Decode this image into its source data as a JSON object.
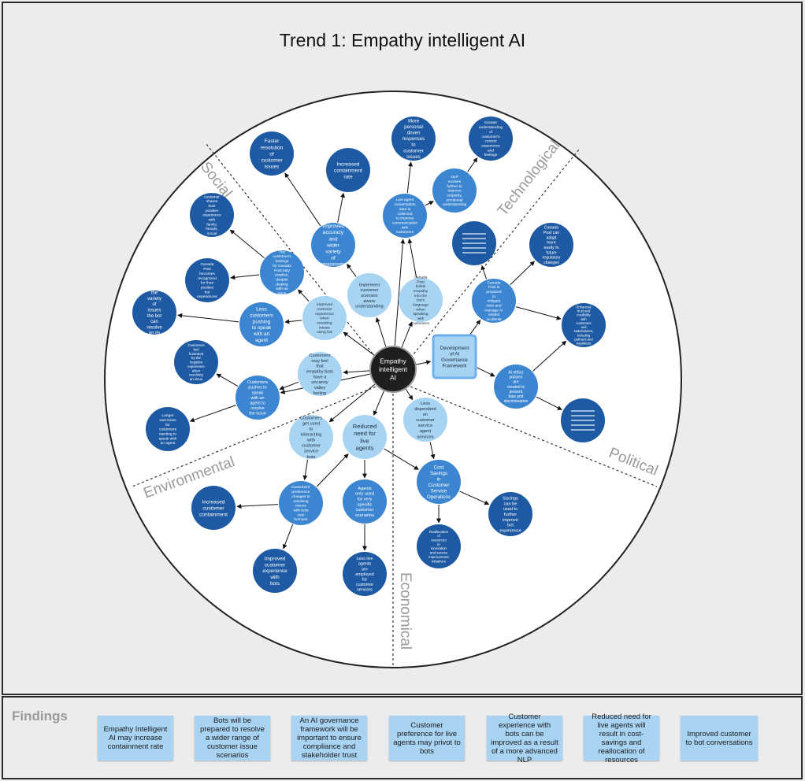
{
  "title": "Trend 1:  Empathy intelligent AI",
  "center_label": "Empathy intelligent AI",
  "sectors": {
    "social": "Social",
    "technological": "Technological",
    "political": "Political",
    "economical": "Economical",
    "environmental": "Environmental"
  },
  "nodes": {
    "n1": "Faster resolution of customer issues",
    "n2": "Increased containment rate",
    "n3": "More personal driven responses to customer issues",
    "n4": "Greater understanding of customer's current experience and feelings",
    "n5": "NLP evolves further to improve empathy, emotional understanding",
    "n6": "Live agent conversation data is collected to improve communication with customers",
    "n7": "The customer shares their positive experience with family, friends, social network",
    "n8": "Improved accuracy and wider variety of responses",
    "n9": "The customer's feelings for Canada Post stay positive, despite dealing with an issue",
    "n10": "Canada Post becomes recognized for their positive bot experiences",
    "n11": "Implement customer scenario aware understanding",
    "n12": "Canada Post builds empathy into the bot's language when speaking with customers",
    "n13": "Canada Post can adapt more easily to future regulatory changes",
    "n14": "Expand the variety of issues the bot can resolve on its own",
    "n15": "Less customers pushing to speak with an agent",
    "n16": "Improved customer experience when resolving issues using bot",
    "n17": "Canada Post is prepared to mitigate risks and manage AI related incidents",
    "n18": "Enhanced trust and credibility with customers and stakeholders, including partners and regulators",
    "n19": "Customers feel frustrated by the negative experience when resolving an issue",
    "n20": "Customers may feel that empathy-bots have a uncanny valley feeling",
    "n21": "Development of AI Governance Framework",
    "n22": "AI ethics policies are created to prevent bias and discrimination",
    "n23": "Customers pushes to speak with an agent to resolve the issue",
    "n24": "Less dependent on customer service agent services",
    "n25": "Longer wait times for customers wanting to speak with an agent",
    "n26": "Customers get used to interacting with customer service bots",
    "n27": "Reduced need for live agents",
    "n28": "Cost Savings in Customer Service Operations",
    "n29": "Customers' preference changes to resolving issues with bots over humans",
    "n30": "Agents only used for very specific customer scenarios",
    "n31": "Increased customer containment",
    "n32": "Savings can be used to further improve bot experience",
    "n33": "Reallocation of resources to innovation and service improvement initiatives",
    "n34": "Improved customer experience with bots",
    "n35": "Less live agents are employed for customer services"
  },
  "findings_label": "Findings",
  "findings": [
    "Empathy Intelligent AI may increase containment rate",
    "Bots will be prepared to resolve a wider range of customer issue scenarios",
    "An AI governance framework will be important to ensure compliance and stakeholder trust",
    "Customer preference for live agents may privot to bots",
    "Customer experience with bots can be improved as a result of a more advanced NLP",
    "Reduced need for live agents will result in cost-savings and reallocation of resources",
    "Improved customer to bot conversations"
  ],
  "colors": {
    "dark_node": "#1e5aa3",
    "mid_node": "#3c86d1",
    "light_node": "#a8d4f3",
    "center_node": "#1f1f1f",
    "card": "#a8d3f3"
  }
}
